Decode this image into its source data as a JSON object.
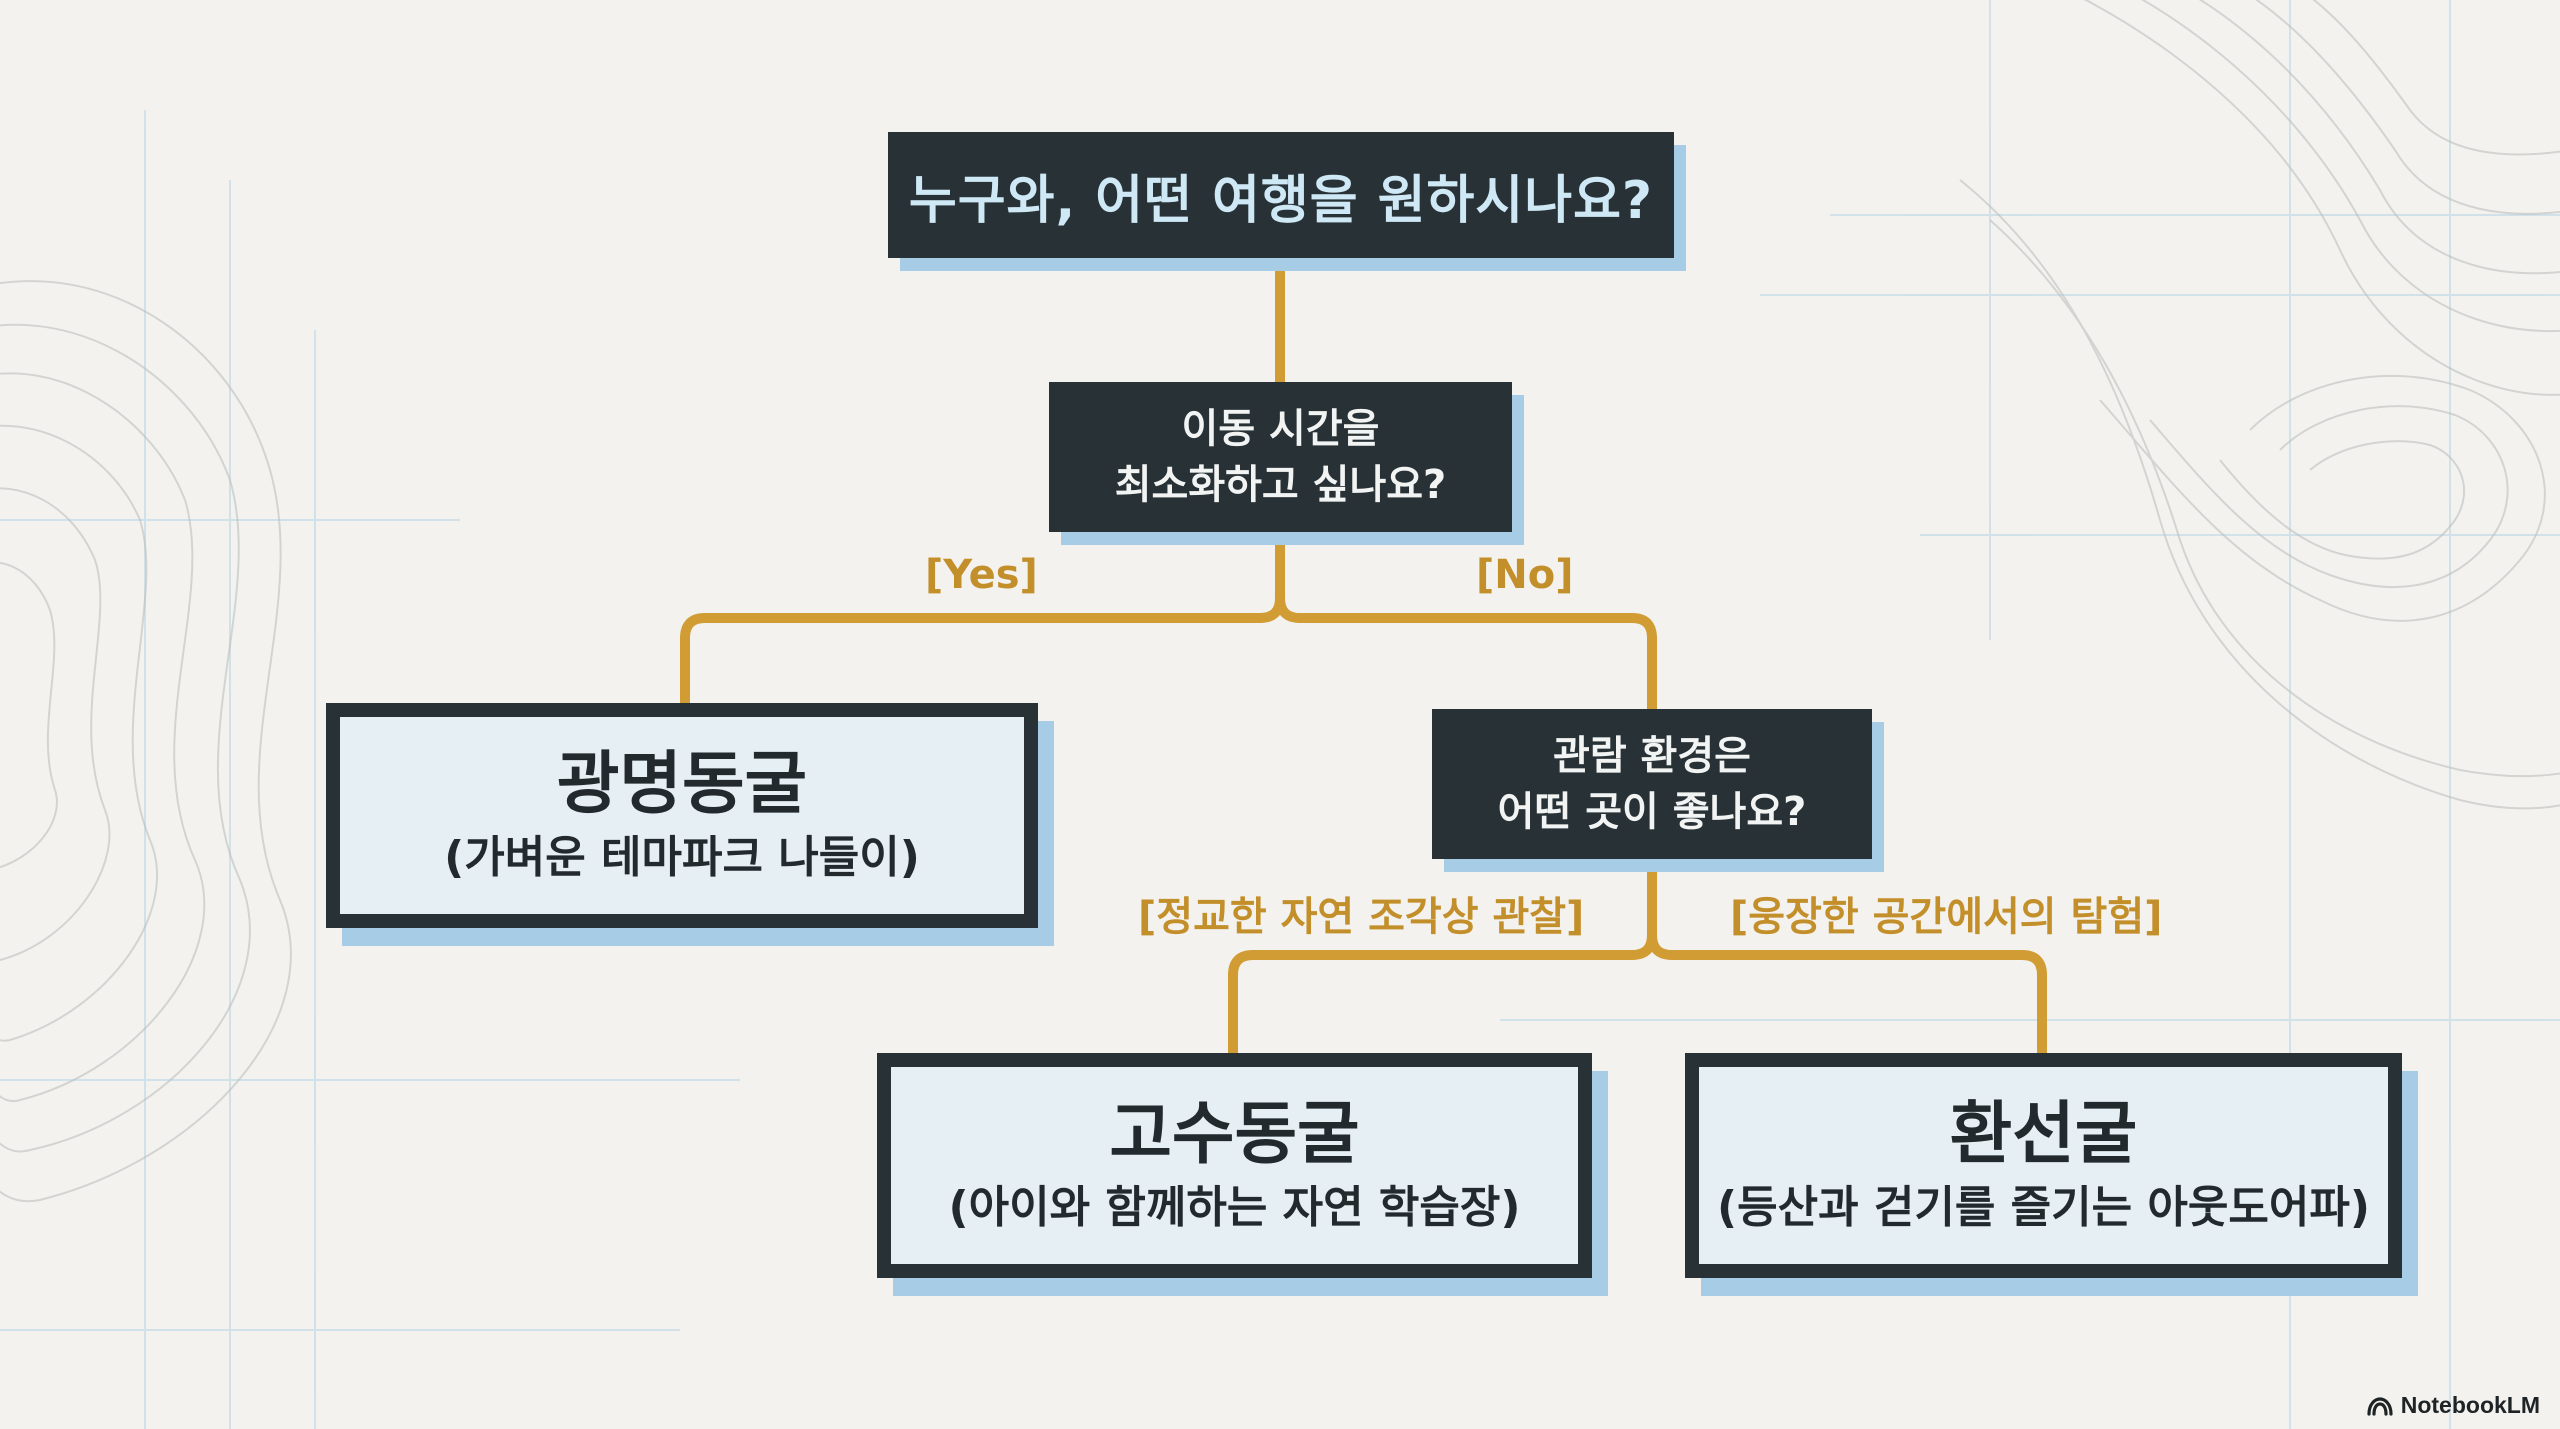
{
  "diagram": {
    "root_question": "누구와, 어떤 여행을 원하시나요?",
    "q1": {
      "line1": "이동 시간을",
      "line2": "최소화하고 싶나요?"
    },
    "q1_yes_label": "[Yes]",
    "q1_no_label": "[No]",
    "leaf_gwangmyeong": {
      "title": "광명동굴",
      "desc": "(가벼운 테마파크 나들이)"
    },
    "q2": {
      "line1": "관람 환경은",
      "line2": "어떤 곳이 좋나요?"
    },
    "q2_left_label": "[정교한 자연 조각상 관찰]",
    "q2_right_label": "[웅장한 공간에서의 탐험]",
    "leaf_gosu": {
      "title": "고수동굴",
      "desc": "(아이와 함께하는 자연 학습장)"
    },
    "leaf_hwanseon": {
      "title": "환선굴",
      "desc": "(등산과 걷기를 즐기는 아웃도어파)"
    }
  },
  "colors": {
    "connector": "#d19c33",
    "dark_box": "#283136",
    "shadow": "#a7cde6",
    "label": "#c38f2b"
  },
  "branding": {
    "name": "NotebookLM",
    "icon": "notebooklm-logo-icon"
  }
}
